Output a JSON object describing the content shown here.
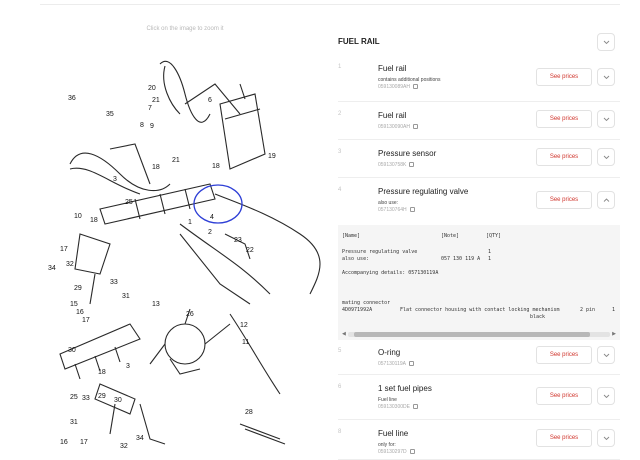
{
  "diagram": {
    "zoom_hint": "Click on the image to zoom it",
    "callouts": [
      "36",
      "35",
      "20",
      "21",
      "7",
      "8",
      "9",
      "6",
      "19",
      "18",
      "25",
      "21",
      "18",
      "3",
      "10",
      "18",
      "2",
      "4",
      "1",
      "17",
      "32",
      "34",
      "29",
      "33",
      "31",
      "15",
      "16",
      "17",
      "13",
      "26",
      "12",
      "11",
      "30",
      "3",
      "18",
      "25",
      "33",
      "29",
      "30",
      "31",
      "16",
      "17",
      "32",
      "34",
      "28",
      "23",
      "22"
    ]
  },
  "section": {
    "title": "FUEL RAIL"
  },
  "parts": [
    {
      "num": "1",
      "name": "Fuel rail",
      "sub": "contains additional positions",
      "part_no": "059130089AH",
      "price_label": "See prices",
      "expanded": false
    },
    {
      "num": "2",
      "name": "Fuel rail",
      "sub": "",
      "part_no": "059130090AH",
      "price_label": "See prices",
      "expanded": false
    },
    {
      "num": "3",
      "name": "Pressure sensor",
      "sub": "",
      "part_no": "059130758K",
      "price_label": "See prices",
      "expanded": false
    },
    {
      "num": "4",
      "name": "Pressure regulating valve",
      "sub": "also use:",
      "part_no": "057130764H",
      "price_label": "See prices",
      "expanded": true
    },
    {
      "num": "5",
      "name": "O-ring",
      "sub": "",
      "part_no": "057130119A",
      "price_label": "See prices",
      "expanded": false
    },
    {
      "num": "6",
      "name": "1 set fuel pipes",
      "sub": "Fuel line",
      "part_no": "059130300DE",
      "price_label": "See prices",
      "expanded": false
    },
    {
      "num": "8",
      "name": "Fuel line",
      "sub": "only for:",
      "part_no": "059130297D",
      "price_label": "See prices",
      "expanded": false
    }
  ],
  "detail": {
    "col_name": "[Name]",
    "col_note": "[Note]",
    "col_qty": "[QTY]",
    "item_name": "Pressure regulating valve",
    "item_qty": "1",
    "also_use_label": "also use:",
    "also_use_part": "057 130 119 A",
    "also_use_qty": "1",
    "accompanying": "Accompanying details: 057130119A",
    "mating_label": "mating connector",
    "mating_part": "4D0971992A",
    "mating_desc": "Flat connector housing with contact locking mechanism",
    "mating_pins": "2 pin",
    "mating_color": "black",
    "mating_qty": "1"
  }
}
